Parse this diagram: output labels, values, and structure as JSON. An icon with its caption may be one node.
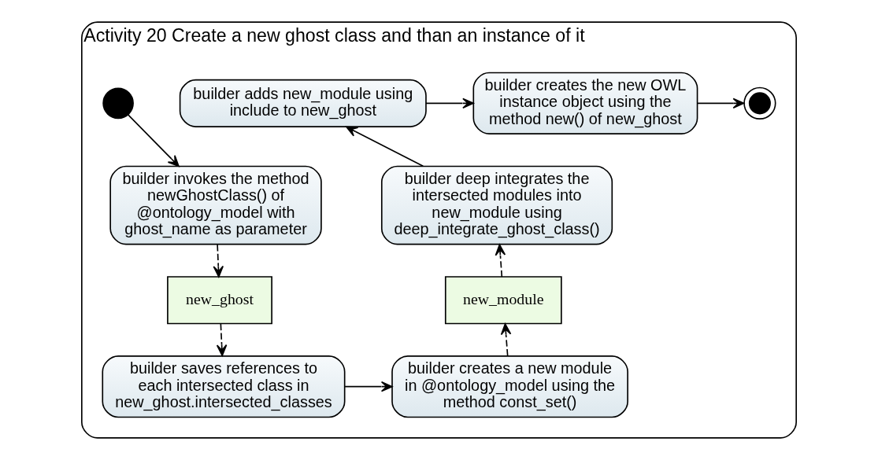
{
  "diagram": {
    "nodes": [
      {
        "text": [
          "Activity 20 Create a new ghost class and than an instance of it"
        ]
      },
      {
        "text": [],
        "shape": "circle",
        "in": 0
      },
      {
        "text": [
          "builder invokes the method newGhostClass() of @ontology_model with ghost_name as parameter"
        ],
        "in": 0
      },
      {
        "text": [
          "new_ghost"
        ],
        "in": 0
      },
      {
        "text": [
          "builder saves references to each intersected class in new_ghost.intersected_classes"
        ],
        "in": 0
      },
      {
        "text": [
          "builder creates a new module in @ontology_model using the method const_set()"
        ],
        "in": 0
      },
      {
        "text": [
          "new_module"
        ],
        "in": 0
      },
      {
        "text": [
          "builder deep integrates the intersected modules into new_module using deep_integrate_ghost_class()"
        ],
        "in": 0
      },
      {
        "text": [
          "builder adds new_module using include to new_ghost"
        ],
        "in": 0
      },
      {
        "text": [
          "builder creates the new OWL instance object using the method new() of new_ghost"
        ],
        "in": 0
      },
      {
        "text": [],
        "shape": "circle",
        "in": 0
      }
    ],
    "edges": [
      {
        "from": 1,
        "to": 2,
        "arrow": "to"
      },
      {
        "from": 2,
        "to": 3,
        "arrow": "to",
        "style": "dashed"
      },
      {
        "from": 3,
        "to": 4,
        "arrow": "to",
        "style": "dashed"
      },
      {
        "from": 4,
        "to": 5,
        "arrow": "to"
      },
      {
        "from": 5,
        "to": 6,
        "arrow": "to",
        "style": "dashed"
      },
      {
        "from": 6,
        "to": 7,
        "arrow": "to",
        "style": "dashed"
      },
      {
        "from": 7,
        "to": 8,
        "arrow": "to"
      },
      {
        "from": 8,
        "to": 9,
        "arrow": "to"
      },
      {
        "from": 9,
        "to": 10,
        "arrow": "to"
      }
    ]
  }
}
